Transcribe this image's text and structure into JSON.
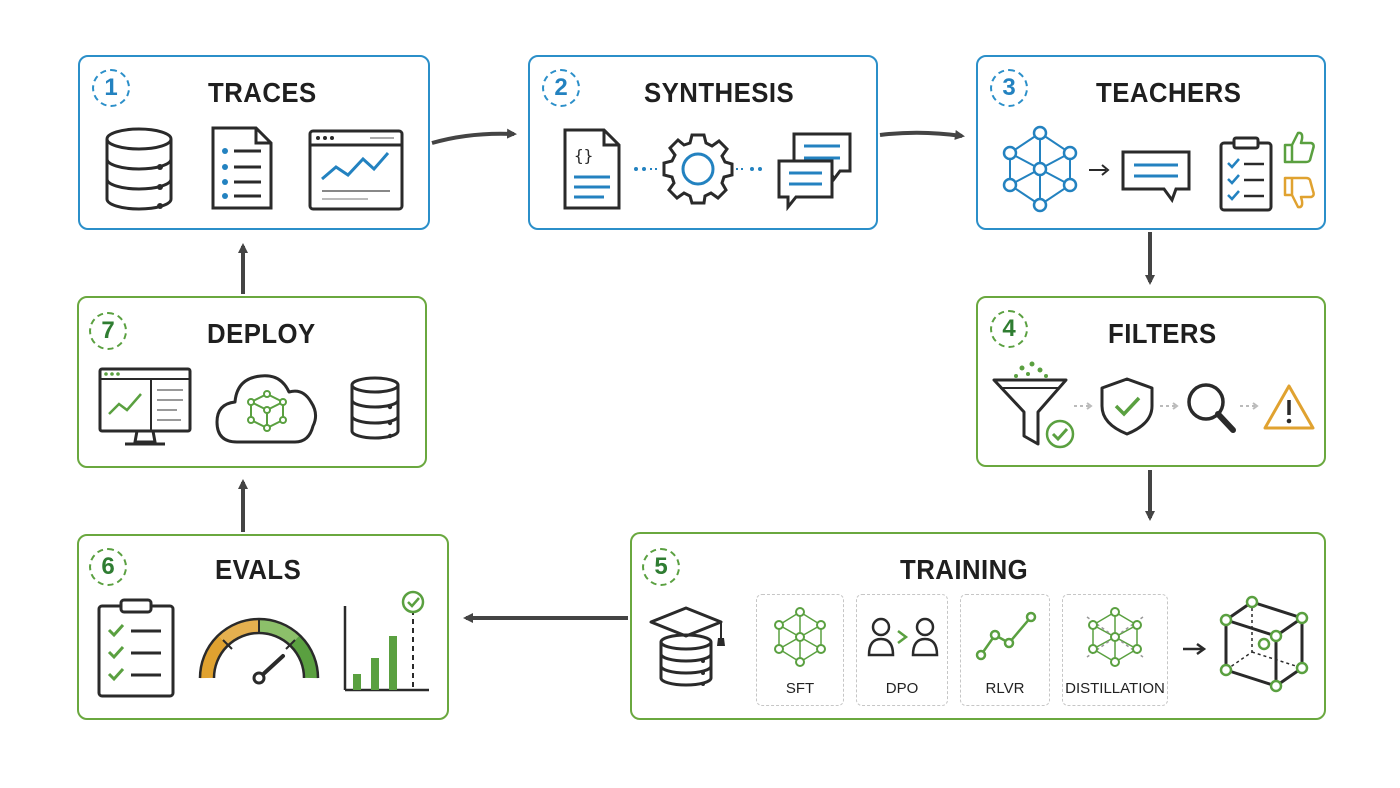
{
  "stages": [
    {
      "number": "1",
      "title": "TRACES"
    },
    {
      "number": "2",
      "title": "SYNTHESIS"
    },
    {
      "number": "3",
      "title": "TEACHERS"
    },
    {
      "number": "4",
      "title": "FILTERS"
    },
    {
      "number": "5",
      "title": "TRAINING"
    },
    {
      "number": "6",
      "title": "EVALS"
    },
    {
      "number": "7",
      "title": "DEPLOY"
    }
  ],
  "training_methods": [
    {
      "label": "SFT"
    },
    {
      "label": "DPO"
    },
    {
      "label": "RLVR"
    },
    {
      "label": "DISTILLATION"
    }
  ],
  "colors": {
    "blue": "#2b8fc9",
    "green": "#6aa83f",
    "orange": "#e0a230",
    "dark": "#2a2a2a",
    "arrow": "#444444"
  },
  "icons": {
    "traces": [
      "database-icon",
      "document-list-icon",
      "browser-chart-icon"
    ],
    "synthesis": [
      "code-document-icon",
      "gear-icon",
      "chat-bubbles-icon"
    ],
    "teachers": [
      "network-icon",
      "message-icon",
      "checklist-icon",
      "thumbs-up-icon",
      "thumbs-down-icon"
    ],
    "filters": [
      "funnel-icon",
      "shield-check-icon",
      "magnifier-icon",
      "warning-icon"
    ],
    "training": [
      "graduation-database-icon",
      "network-icon",
      "people-compare-icon",
      "trend-line-icon",
      "distillation-network-icon",
      "model-cube-icon"
    ],
    "evals": [
      "clipboard-checklist-icon",
      "gauge-icon",
      "bar-chart-icon"
    ],
    "deploy": [
      "monitor-dashboard-icon",
      "cloud-cube-icon",
      "database-icon"
    ]
  }
}
